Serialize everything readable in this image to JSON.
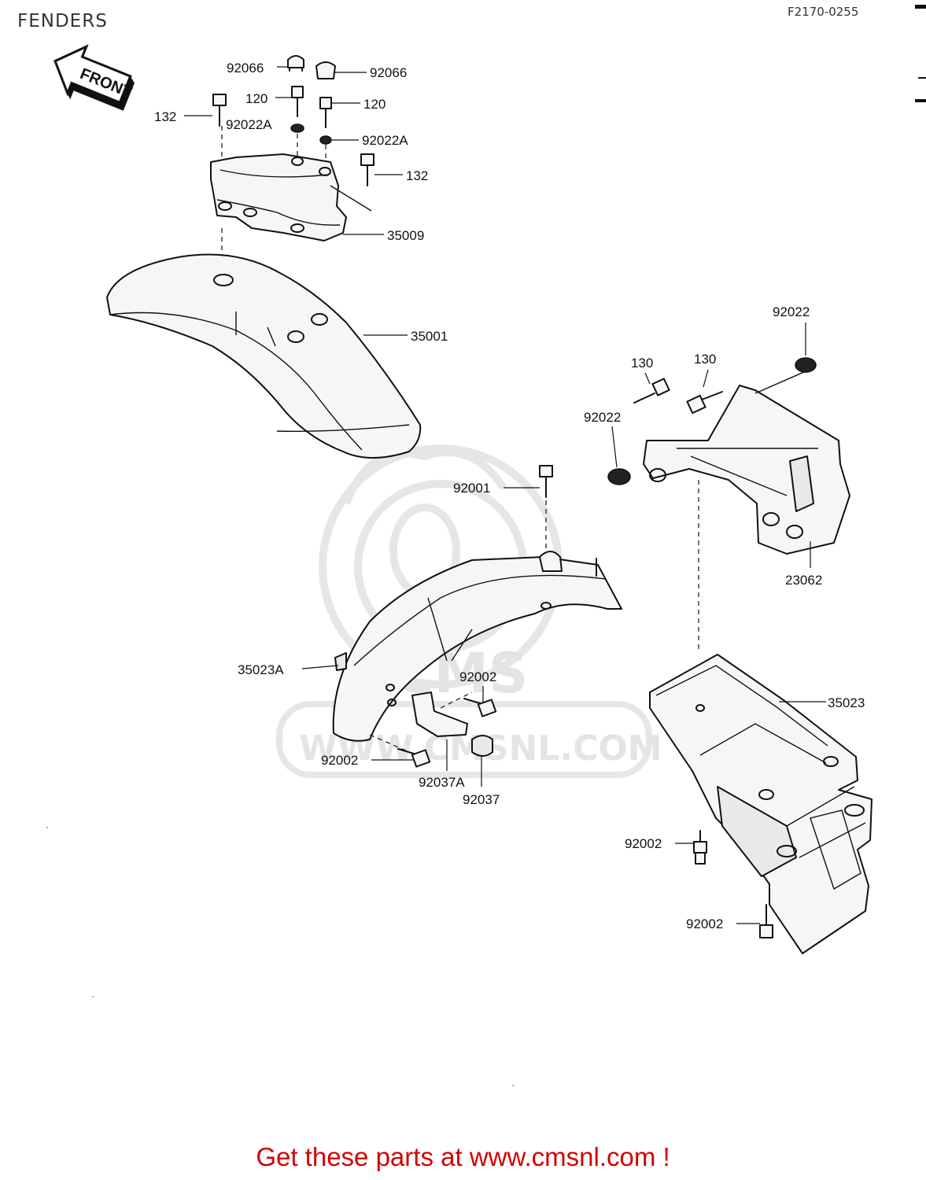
{
  "title": "FENDERS",
  "diagram_code": "F2170-0255",
  "footer": {
    "text": "Get these parts at www.cmsnl.com !",
    "color": "#d40000"
  },
  "front_arrow": {
    "label": "FRONT"
  },
  "watermark": {
    "brand": "CMS",
    "url": "WWW.CMSNL.COM"
  },
  "parts": [
    {
      "id": "p92066a",
      "label": "92066"
    },
    {
      "id": "p92066b",
      "label": "92066"
    },
    {
      "id": "p120a",
      "label": "120"
    },
    {
      "id": "p120b",
      "label": "120"
    },
    {
      "id": "p132a",
      "label": "132"
    },
    {
      "id": "p92022Aa",
      "label": "92022A"
    },
    {
      "id": "p92022Ab",
      "label": "92022A"
    },
    {
      "id": "p132b",
      "label": "132"
    },
    {
      "id": "p35009",
      "label": "35009"
    },
    {
      "id": "p35001",
      "label": "35001"
    },
    {
      "id": "p92022a",
      "label": "92022"
    },
    {
      "id": "p130a",
      "label": "130"
    },
    {
      "id": "p130b",
      "label": "130"
    },
    {
      "id": "p92022b",
      "label": "92022"
    },
    {
      "id": "p92001",
      "label": "92001"
    },
    {
      "id": "p23062",
      "label": "23062"
    },
    {
      "id": "p35023A",
      "label": "35023A"
    },
    {
      "id": "p92002a",
      "label": "92002"
    },
    {
      "id": "p35023",
      "label": "35023"
    },
    {
      "id": "p92002b",
      "label": "92002"
    },
    {
      "id": "p92037A",
      "label": "92037A"
    },
    {
      "id": "p92037",
      "label": "92037"
    },
    {
      "id": "p92002c",
      "label": "92002"
    },
    {
      "id": "p92002d",
      "label": "92002"
    }
  ]
}
